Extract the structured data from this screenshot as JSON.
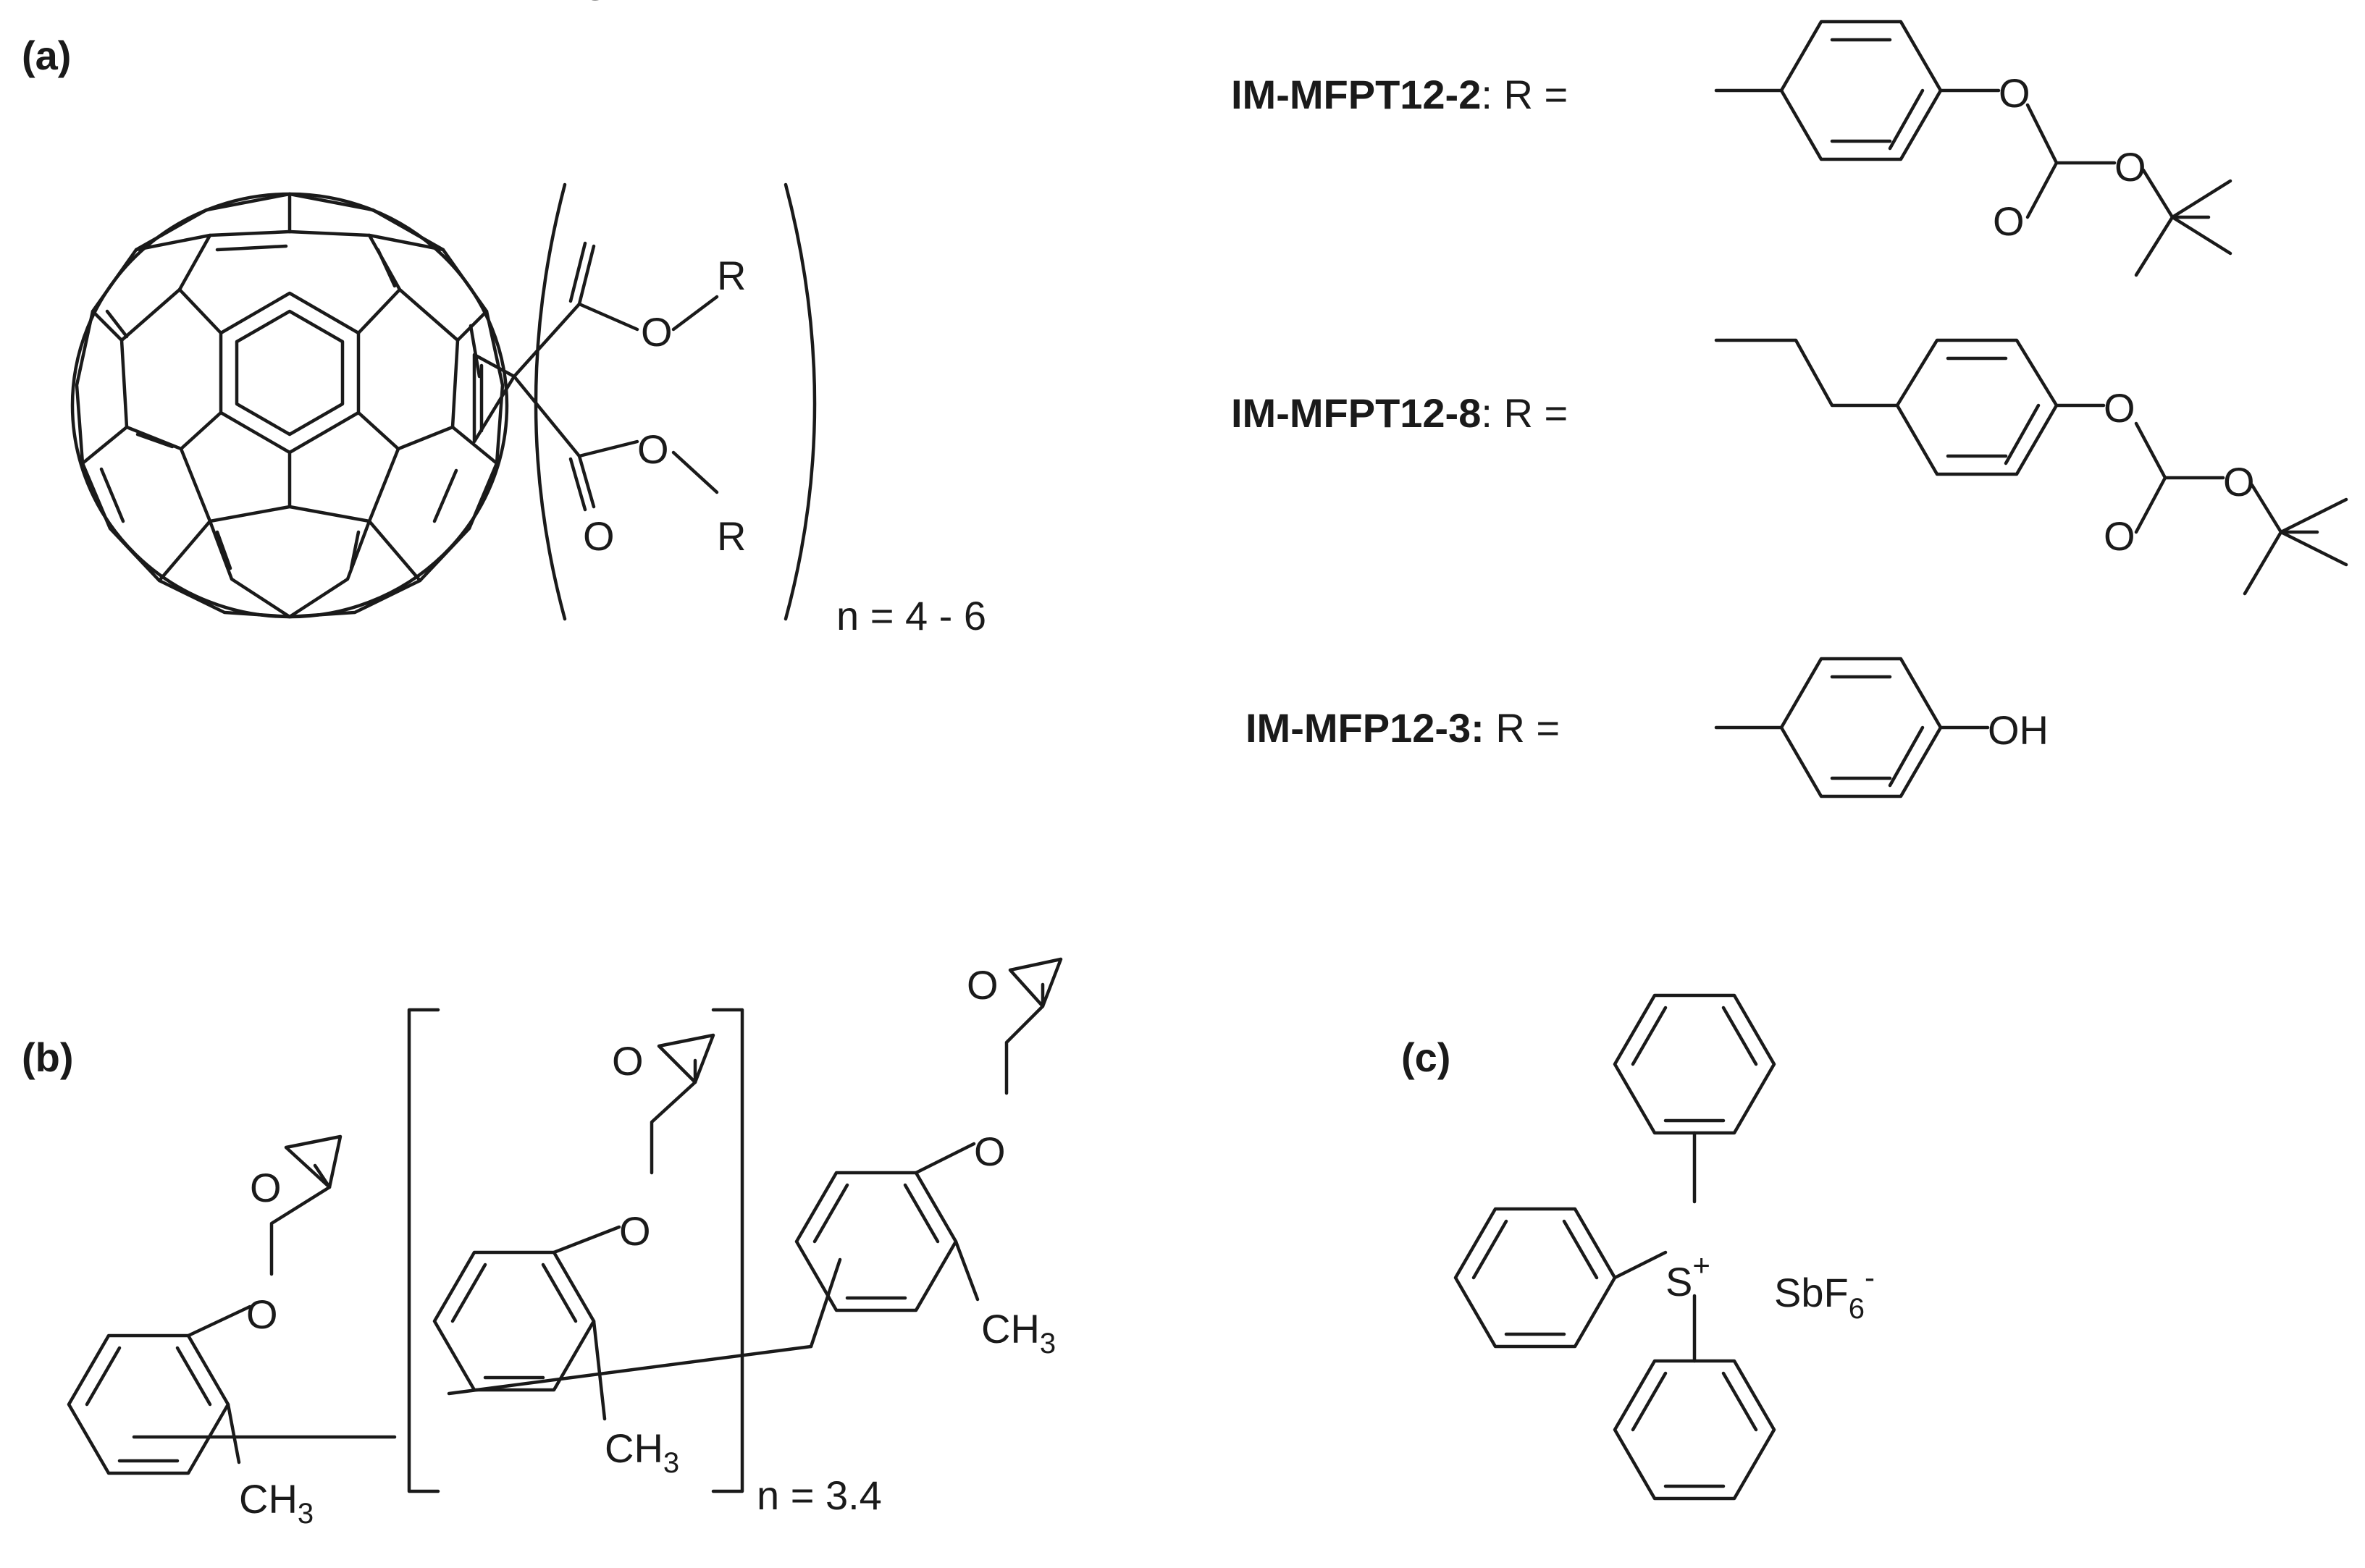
{
  "panels": {
    "a": {
      "label": "(a)",
      "ester_O_carbonyl_top": "O",
      "ester_O_ether_top": "O",
      "ester_R_top": "R",
      "ester_O_carbonyl_bottom": "O",
      "ester_O_ether_bottom": "O",
      "ester_R_bottom": "R",
      "repeat_label": "n = 4 - 6",
      "compounds": [
        {
          "name": "IM-MFPT12-2",
          "suffix": ": R =",
          "atoms": [
            "O",
            "O",
            "O"
          ]
        },
        {
          "name": "IM-MFPT12-8",
          "suffix": ": R =",
          "atoms": [
            "O",
            "O",
            "O"
          ]
        },
        {
          "name": "IM-MFP12-3:",
          "suffix": " R =",
          "atoms": [
            "OH"
          ]
        }
      ]
    },
    "b": {
      "label": "(b)",
      "atoms": [
        "O",
        "O",
        "O",
        "O",
        "O",
        "O"
      ],
      "methyl": "CH",
      "methyl_sub": "3",
      "repeat_label": "n = 3.4"
    },
    "c": {
      "label": "(c)",
      "cation_symbol": "S",
      "cation_charge": "+",
      "anion_symbol": "SbF",
      "anion_sub": "6",
      "anion_charge": "-"
    }
  }
}
